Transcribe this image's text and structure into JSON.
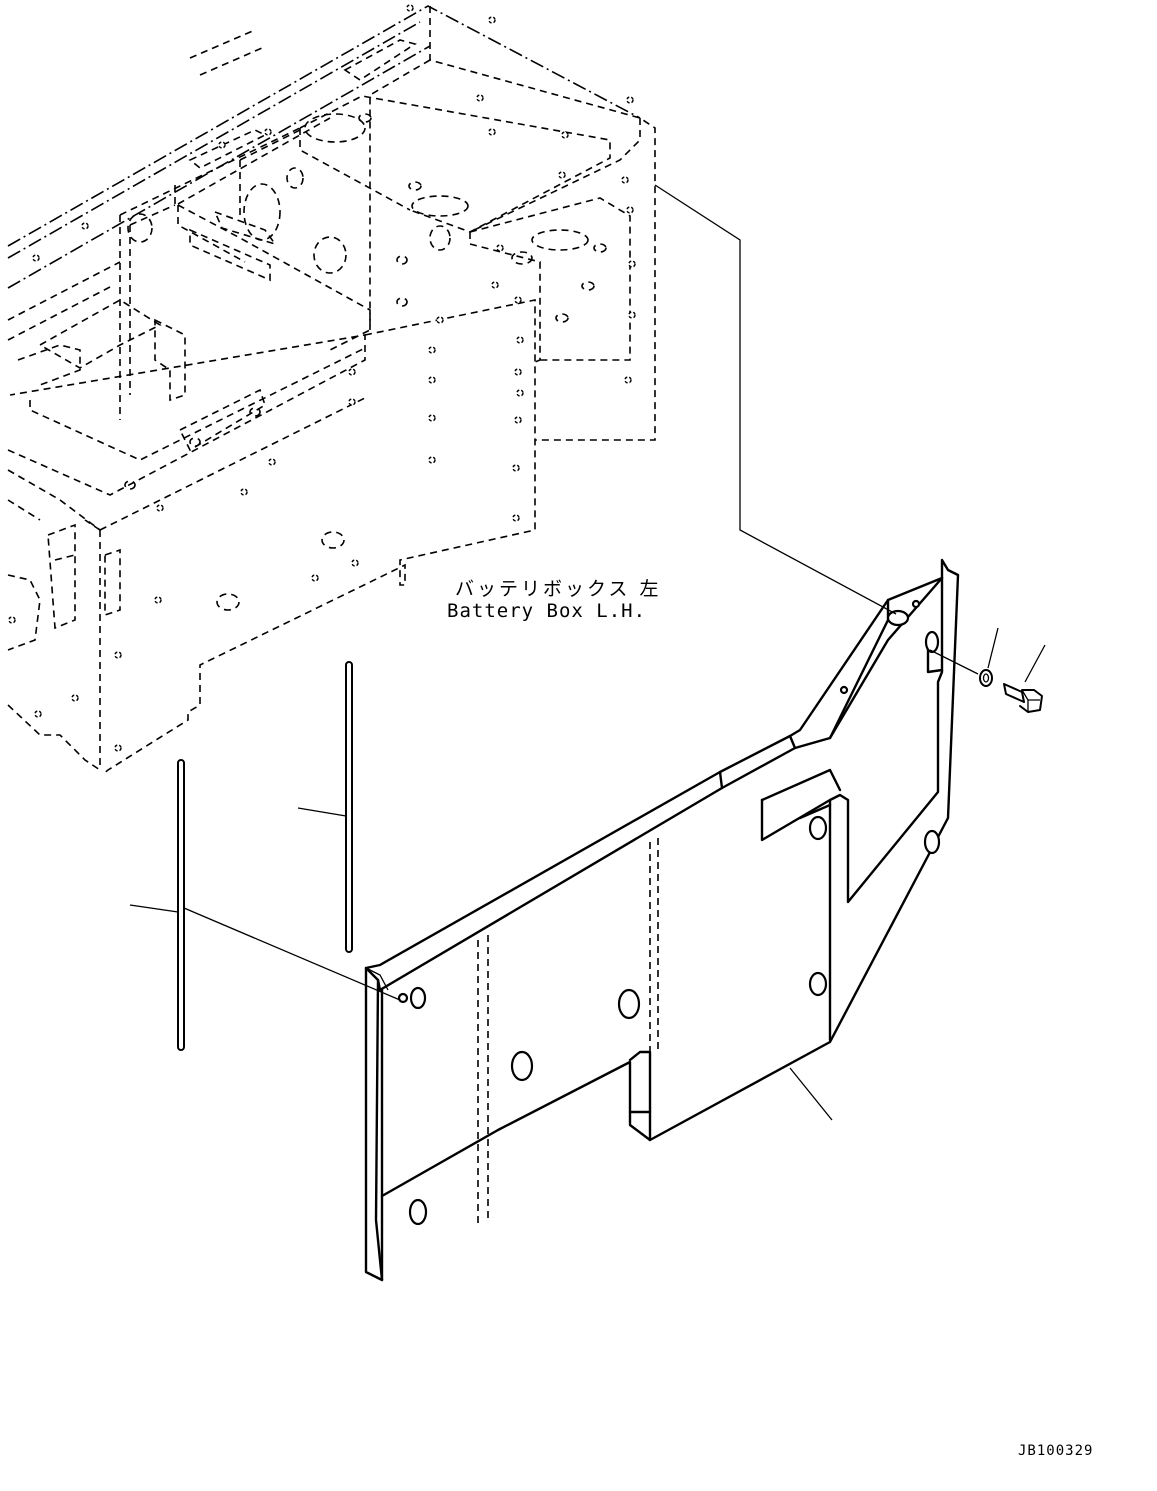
{
  "labels": {
    "part_name_jp": "バッテリボックス 左",
    "part_name_en": "Battery Box L.H.",
    "drawing_code": "JB100329"
  }
}
